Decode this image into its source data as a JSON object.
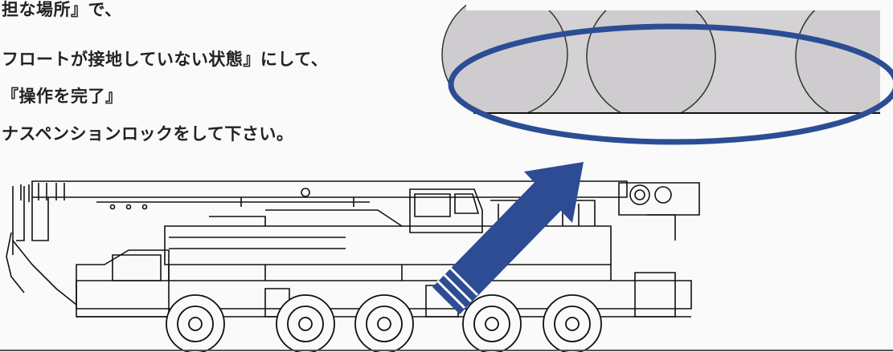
{
  "instructions": {
    "line1": "担な場所』で、",
    "line2": "フロートが接地していない状態』にして、",
    "line3": "『操作を完了』",
    "line4": "ナスペンションロックをして下さい。"
  },
  "colors": {
    "highlight_ellipse": "#2c4d94",
    "arrow": "#2e4c93",
    "tyre_fill": "#cfcccf",
    "panel_fill": "#d4d2d4"
  }
}
